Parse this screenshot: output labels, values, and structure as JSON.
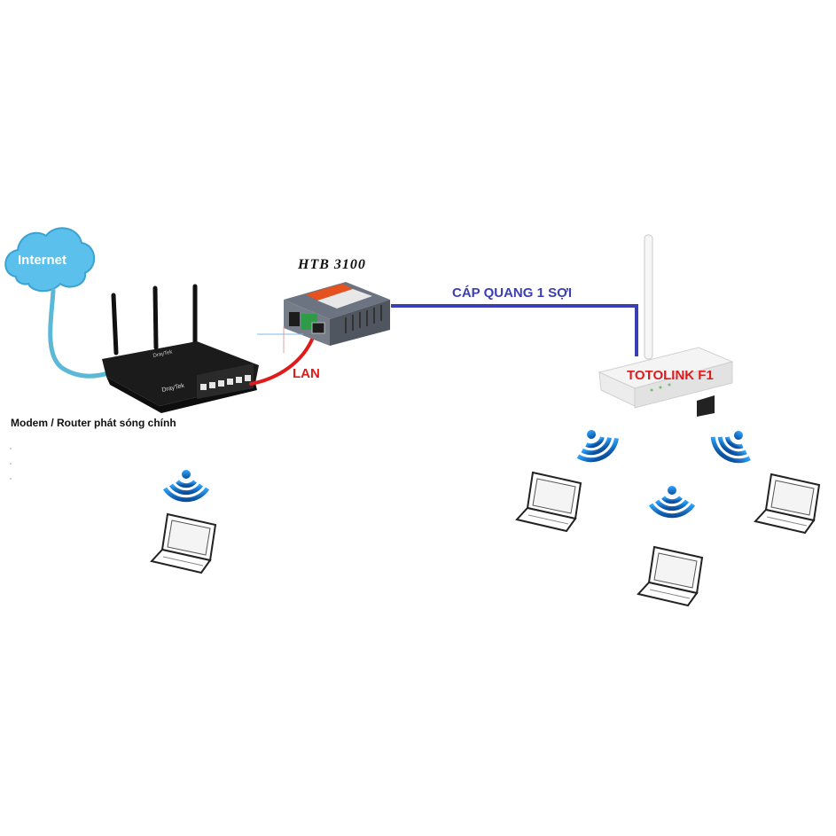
{
  "cloud": {
    "label": "Internet",
    "color": "#5bc0eb"
  },
  "converter": {
    "label": "HTB 3100"
  },
  "fiber": {
    "label": "CÁP QUANG 1 SỢI",
    "color": "#3b3fb5"
  },
  "lan": {
    "label": "LAN",
    "color": "#e01b1b"
  },
  "remote_router": {
    "label": "TOTOLINK F1"
  },
  "main_router": {
    "caption": "Modem / Router phát sóng chính",
    "brand": "DrayTek"
  },
  "colors": {
    "internet_cable": "#5bb8d6",
    "wifi": "#1e7fd0"
  }
}
